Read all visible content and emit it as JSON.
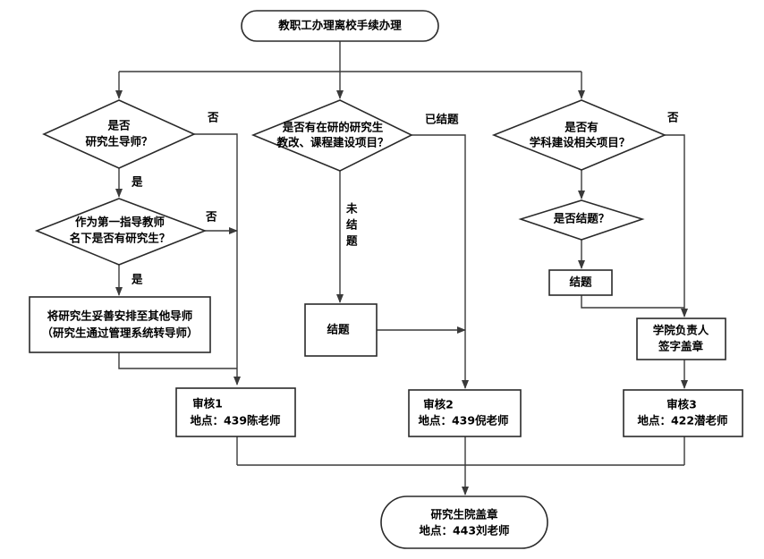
{
  "start": "教职工办理离校手续办理",
  "q_supervisor": [
    "是否",
    "研究生导师？"
  ],
  "q_has_students": [
    "作为第一指导教师",
    "名下是否有研究生？"
  ],
  "reassign": [
    "将研究生妥善安排至其他导师",
    "（研究生通过管理系统转导师）"
  ],
  "review1": [
    "审核1",
    "地点：439陈老师"
  ],
  "q_projects": [
    "是否有在研的研究生",
    "教改、课程建设项目？"
  ],
  "conclude_box": "结题",
  "review2": [
    "审核2",
    "地点：439倪老师"
  ],
  "q_discipline": [
    "是否有",
    "学科建设相关项目？"
  ],
  "q_concluded": "是否结题？",
  "concluded_box": "结题",
  "dean_sign": [
    "学院负责人",
    "签字盖章"
  ],
  "review3": [
    "审核3",
    "地点：422潜老师"
  ],
  "end": [
    "研究生院盖章",
    "地点：443刘老师"
  ],
  "edge_labels": {
    "no_1": "否",
    "yes_1": "是",
    "no_2": "否",
    "yes_2": "是",
    "already_concluded": "已结题",
    "not_concluded": [
      "未",
      "结",
      "题"
    ],
    "no_3": "否"
  }
}
